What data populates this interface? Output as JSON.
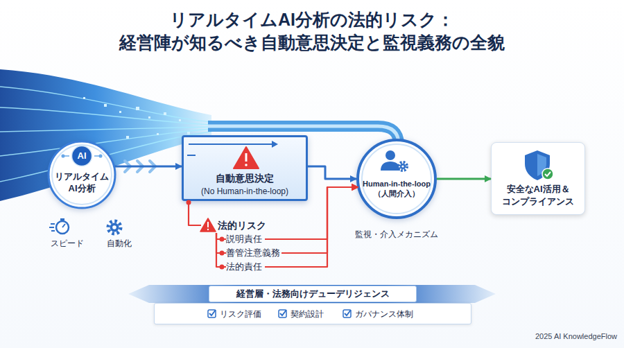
{
  "diagram": {
    "title": "リアルタイムAI分析の法的リスク： 経営陣が知るべき自動意思決定と監視義務の全貌",
    "nodes": [
      {
        "text": [
          "リアルタイム AI分析"
        ]
      },
      {
        "text": [
          "AI"
        ],
        "in": 0
      },
      {
        "text": [
          "自動意思決定",
          "(No Human-in-the-loop)"
        ]
      },
      {
        "text": [
          "法的リスク"
        ]
      },
      {
        "text": [
          "説明責任"
        ]
      },
      {
        "text": [
          "善管注意義務"
        ]
      },
      {
        "text": [
          "法的責任"
        ]
      },
      {
        "text": [
          "Human-in-the-loop （人間介入）",
          "監視・介入メカニズム"
        ]
      },
      {
        "text": [
          "安全なAI活用＆ コンプライアンス"
        ]
      },
      {
        "text": [
          "経営層・法務向けデューデリジェンス",
          "リスク評価",
          "契約設計",
          "ガバナンス体制"
        ]
      }
    ],
    "edges": [
      {
        "from": 0,
        "to": 2,
        "arrow": "to"
      },
      {
        "from": 2,
        "to": 7,
        "arrow": "to"
      },
      {
        "from": 7,
        "to": 8,
        "arrow": "to"
      },
      {
        "from": 2,
        "to": 3,
        "arrow": "none"
      },
      {
        "from": 3,
        "to": 4,
        "arrow": "none"
      },
      {
        "from": 3,
        "to": 5,
        "arrow": "none"
      },
      {
        "from": 3,
        "to": 6,
        "arrow": "none"
      },
      {
        "from": 4,
        "to": 7,
        "arrow": "to"
      },
      {
        "from": 5,
        "to": 7,
        "arrow": "to"
      },
      {
        "from": 6,
        "to": 7,
        "arrow": "to"
      }
    ],
    "labels": [
      "スピード",
      "自動化",
      "2025 AI KnowledgeFlow"
    ]
  }
}
